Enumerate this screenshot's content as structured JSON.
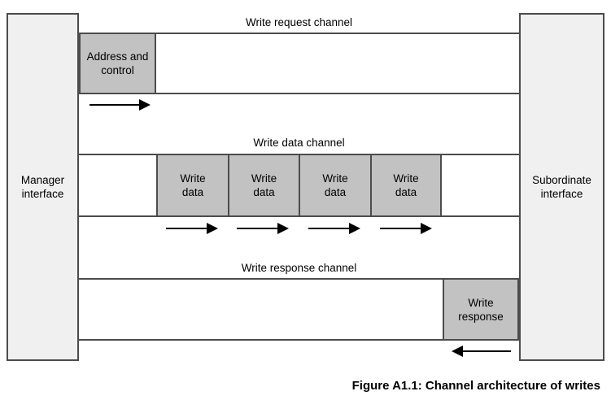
{
  "caption": "Figure A1.1: Channel architecture of writes",
  "colors": {
    "transfer_box_fill": "#c2c2c2",
    "interface_box_fill": "#f0f0f0",
    "line_color": "#4c4c4c",
    "arrow_color": "#000000",
    "background": "#ffffff"
  },
  "interfaces": {
    "manager": {
      "label": "Manager\ninterface"
    },
    "subordinate": {
      "label": "Subordinate\ninterface"
    }
  },
  "channels": {
    "request": {
      "label": "Write request channel",
      "direction": "manager-to-subordinate",
      "transfer": {
        "label": "Address and\ncontrol"
      }
    },
    "data": {
      "label": "Write data channel",
      "direction": "manager-to-subordinate",
      "transfers": [
        {
          "label": "Write\ndata"
        },
        {
          "label": "Write\ndata"
        },
        {
          "label": "Write\ndata"
        },
        {
          "label": "Write\ndata"
        }
      ]
    },
    "response": {
      "label": "Write response channel",
      "direction": "subordinate-to-manager",
      "transfer": {
        "label": "Write\nresponse"
      }
    }
  }
}
